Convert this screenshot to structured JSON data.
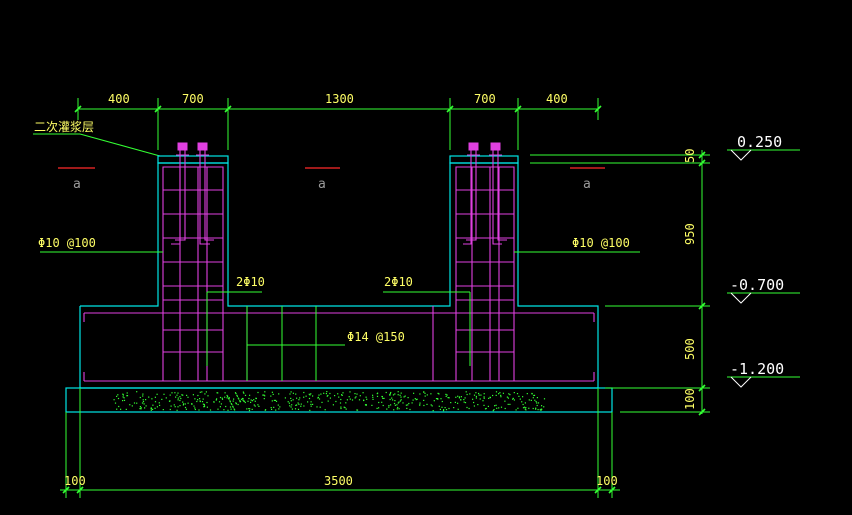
{
  "dimensions_top": [
    "400",
    "700",
    "1300",
    "700",
    "400"
  ],
  "dimension_bottom": {
    "left": "100",
    "total": "3500",
    "right": "100"
  },
  "dimensions_right": [
    "50",
    "950",
    "500",
    "100"
  ],
  "levels": [
    "0.250",
    "-0.700",
    "-1.200"
  ],
  "labels": {
    "grout_layer": "二次灌浆层",
    "rebar_left": "Φ10 @100",
    "rebar_right": "Φ10 @100",
    "bar_2_left": "2Φ10",
    "bar_2_right": "2Φ10",
    "slab_rebar": "Φ14 @150"
  },
  "section_marks": [
    "a",
    "a",
    "a"
  ],
  "colors": {
    "background": "#000000",
    "concrete": "#00e5e5",
    "rebar": "#e040e0",
    "dimension": "#33ff33",
    "text": "#ffff66",
    "section_line": "#ff2a2a"
  }
}
